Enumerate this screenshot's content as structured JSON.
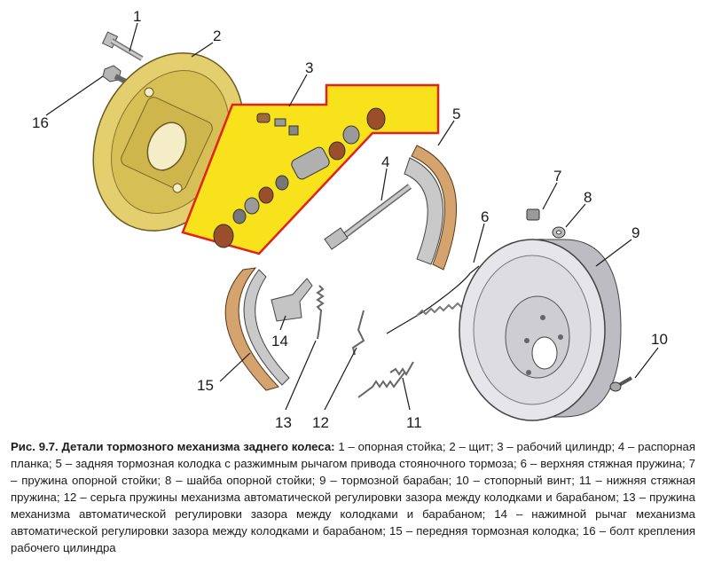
{
  "figure": {
    "labels": {
      "l1": "1",
      "l2": "2",
      "l3": "3",
      "l4": "4",
      "l5": "5",
      "l6": "6",
      "l7": "7",
      "l8": "8",
      "l9": "9",
      "l10": "10",
      "l11": "11",
      "l12": "12",
      "l13": "13",
      "l14": "14",
      "l15": "15",
      "l16": "16"
    },
    "colors": {
      "highlight": "#f7e21c",
      "highlight_border": "#e2231a",
      "shield": "#e3cf6e",
      "drum": "#e6e6ea",
      "lining": "#d4a36e"
    }
  },
  "caption": {
    "title": "Рис. 9.7. Детали тормозного механизма заднего колеса:",
    "text": " 1 – опорная стойка; 2 – щит; 3 – рабочий цилиндр; 4 – распорная планка; 5 – задняя тормозная колодка с разжимным рычагом привода стояночного тормоза; 6 – верхняя стяжная пружина; 7 – пружина опорной стойки; 8 – шайба опорной стойки; 9 – тормозной барабан; 10 – стопорный винт; 11 – нижняя стяжная пружина; 12 – серьга пружины механизма автоматической регулировки зазора между колодками и барабаном; 13 – пружина механизма автоматической регулировки зазора между колодками и барабаном; 14 – нажимной рычаг механизма автоматической регулировки зазора между колодками и барабаном; 15 – передняя тормозная колодка; 16 – болт крепления рабочего цилиндра"
  }
}
